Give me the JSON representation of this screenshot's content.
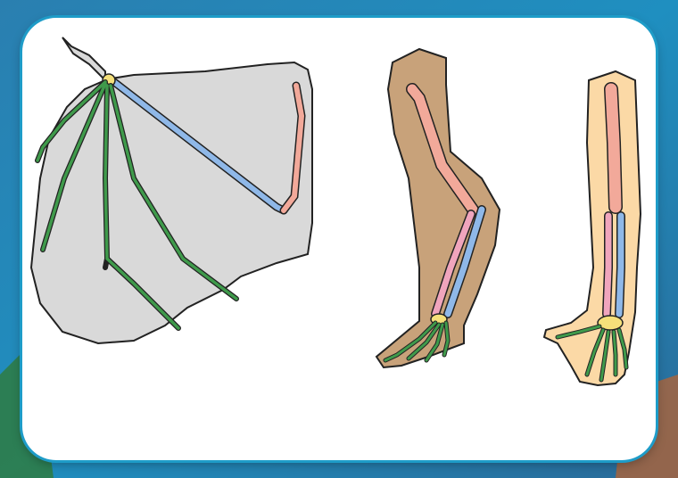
{
  "diagram": {
    "illustrations": [
      {
        "subject": "bat-wing",
        "icon": "bat-wing-skeleton-icon"
      },
      {
        "subject": "animal-foreleg",
        "icon": "foreleg-skeleton-icon"
      },
      {
        "subject": "human-arm",
        "icon": "human-arm-skeleton-icon"
      }
    ],
    "colors": {
      "frame_blue": "#1e9cc8",
      "card_white": "#ffffff",
      "humerus": "#f2a99a",
      "radius": "#8fb8e8",
      "ulna": "#f0a5bd",
      "carpals": "#f5e07a",
      "phalanges": "#3f9a4b",
      "wing_membrane": "#d9d9d9",
      "foreleg_fur": "#c8a27a",
      "human_skin": "#fbd9a6"
    }
  }
}
